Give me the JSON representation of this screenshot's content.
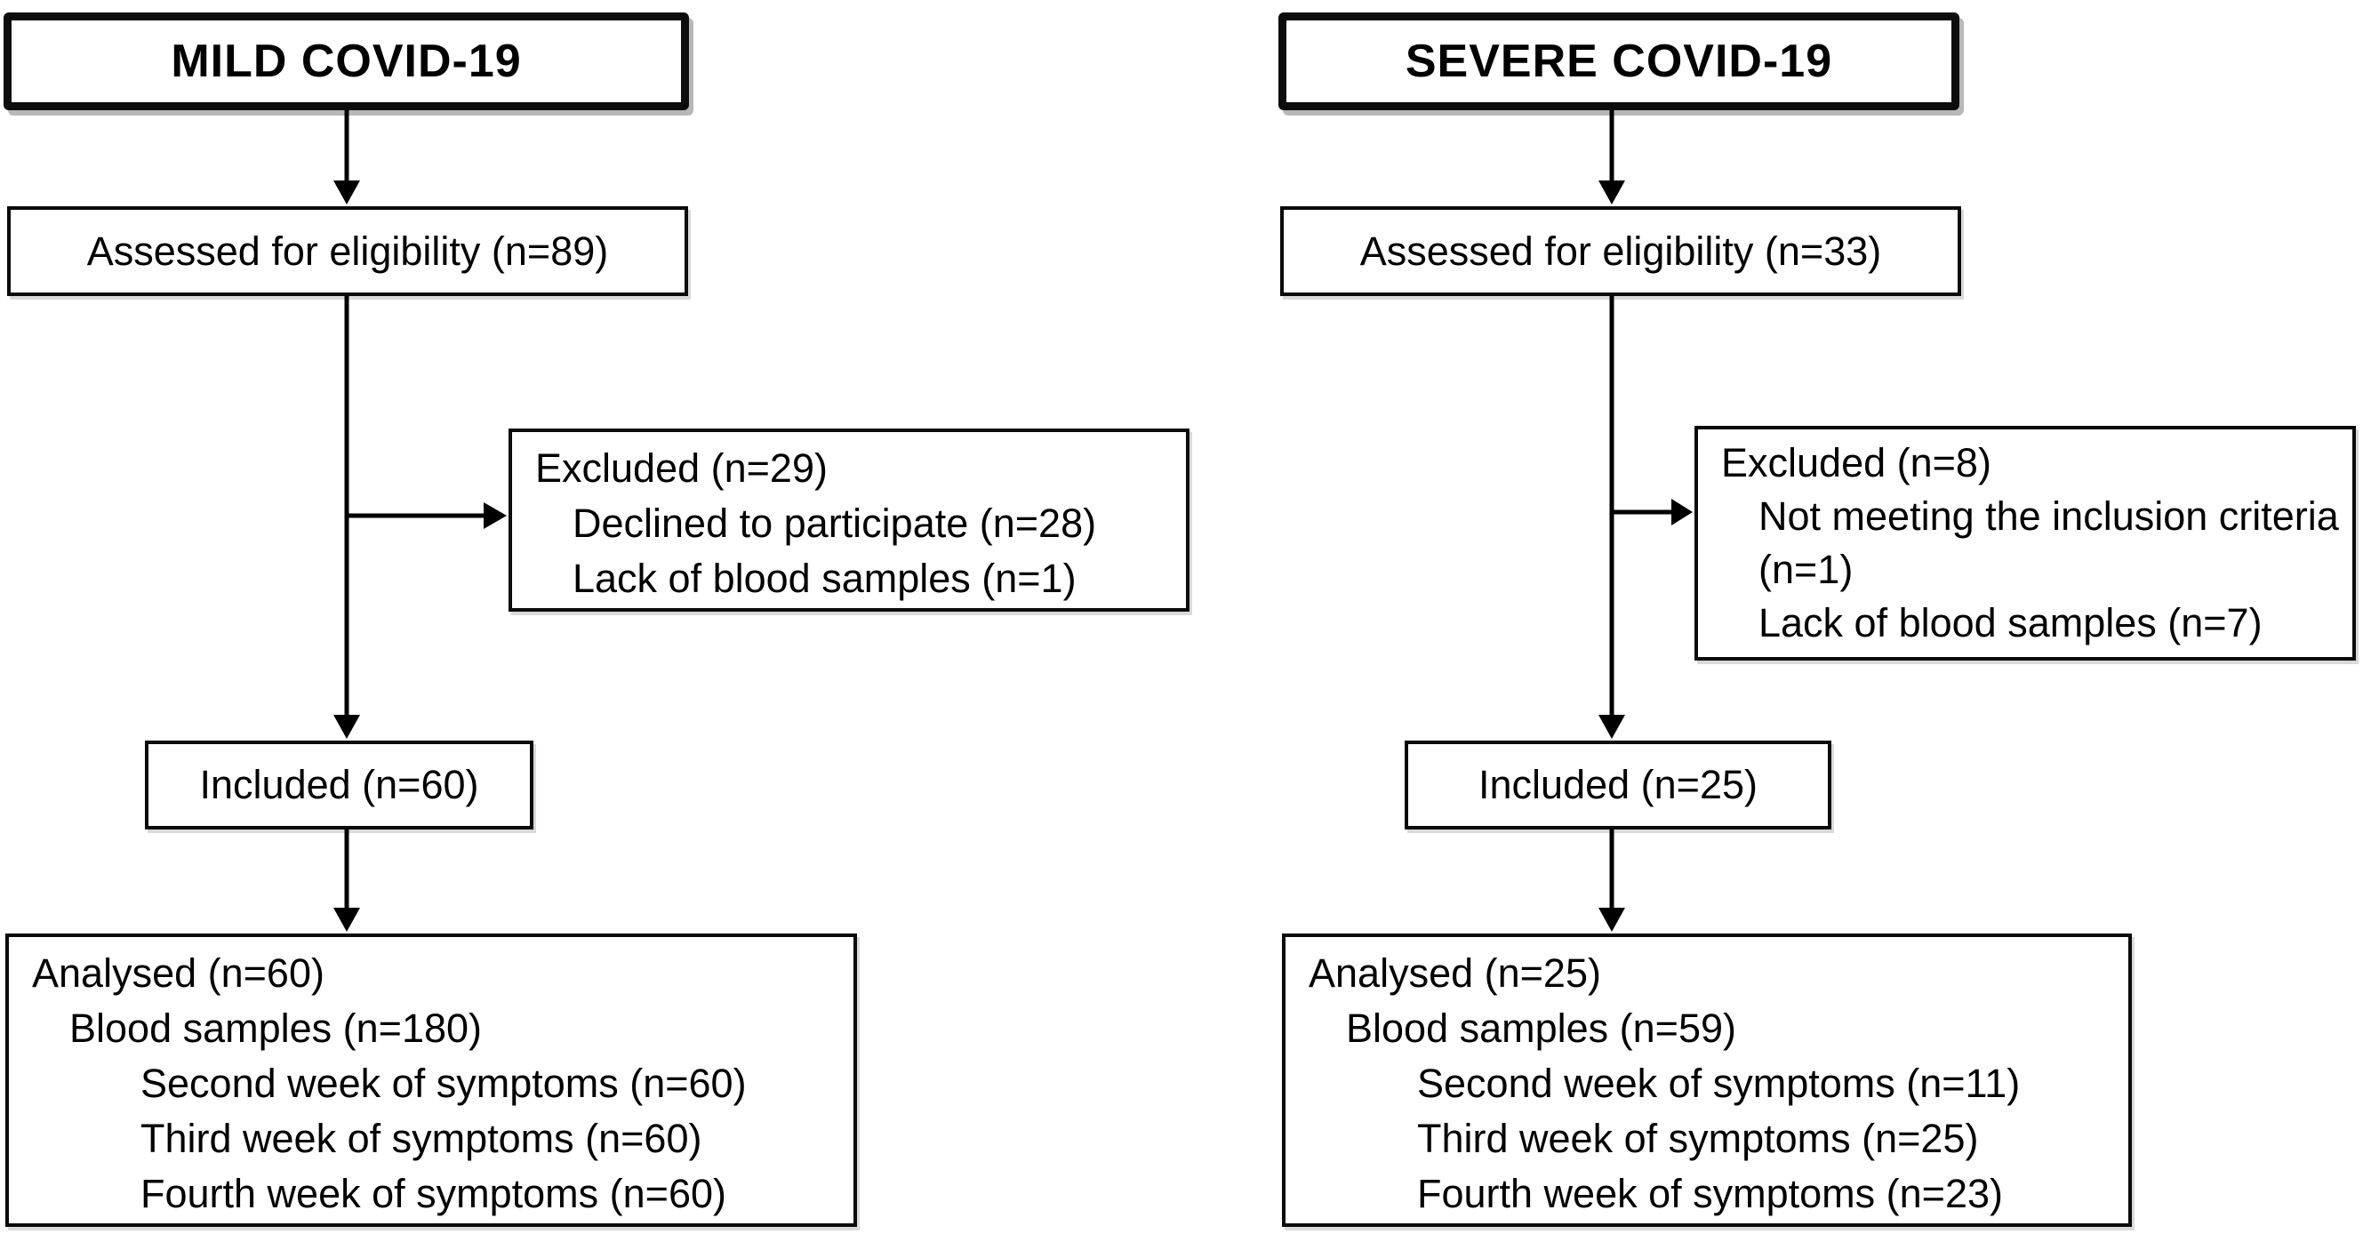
{
  "figure": {
    "background": "#ffffff",
    "line_color": "#000000",
    "columns": [
      {
        "id": "mild",
        "title": "MILD COVID-19",
        "assessed": "Assessed for eligibility (n=89)",
        "excluded_title": "Excluded (n=29)",
        "excluded_items": [
          "Declined to participate (n=28)",
          "Lack of blood samples (n=1)"
        ],
        "included": "Included (n=60)",
        "analysed_title": "Analysed (n=60)",
        "blood_samples": "Blood samples (n=180)",
        "weeks": [
          "Second week of symptoms (n=60)",
          "Third week of symptoms (n=60)",
          "Fourth week of symptoms (n=60)"
        ]
      },
      {
        "id": "severe",
        "title": "SEVERE COVID-19",
        "assessed": "Assessed for eligibility (n=33)",
        "excluded_title": "Excluded (n=8)",
        "excluded_items": [
          "Not meeting the inclusion criteria (n=1)",
          "Lack of blood samples (n=7)"
        ],
        "included": "Included (n=25)",
        "analysed_title": "Analysed (n=25)",
        "blood_samples": "Blood samples (n=59)",
        "weeks": [
          "Second week of symptoms (n=11)",
          "Third week of symptoms (n=25)",
          "Fourth week of symptoms (n=23)"
        ]
      }
    ]
  }
}
